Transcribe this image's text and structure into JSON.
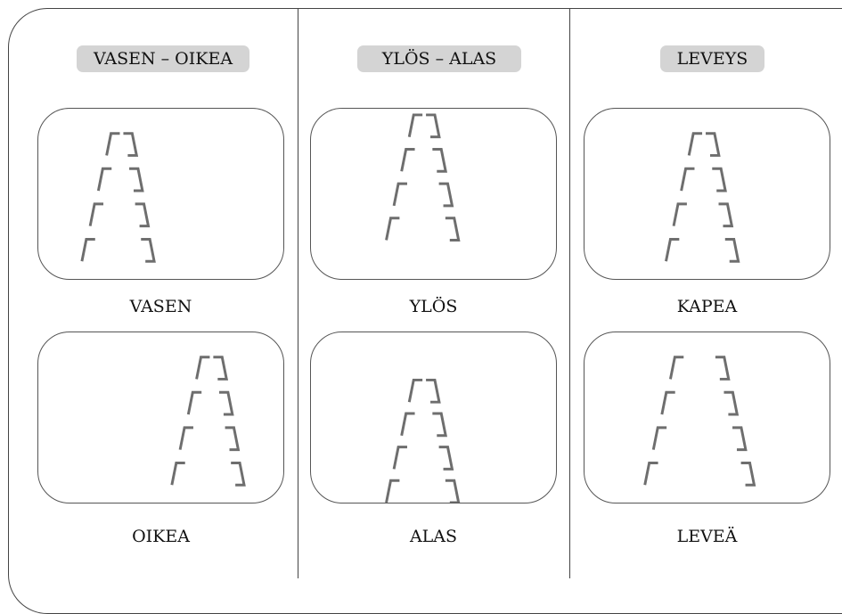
{
  "columns": [
    {
      "header": "VASEN – OIKEA",
      "panels": [
        {
          "label": "VASEN",
          "icon": "road-left-icon"
        },
        {
          "label": "OIKEA",
          "icon": "road-right-icon"
        }
      ]
    },
    {
      "header": "YLÖS – ALAS",
      "panels": [
        {
          "label": "YLÖS",
          "icon": "road-up-icon"
        },
        {
          "label": "ALAS",
          "icon": "road-down-icon"
        }
      ]
    },
    {
      "header": "LEVEYS",
      "panels": [
        {
          "label": "KAPEA",
          "icon": "road-narrow-icon"
        },
        {
          "label": "LEVEÄ",
          "icon": "road-wide-icon"
        }
      ]
    }
  ],
  "colors": {
    "border": "#444444",
    "header_pill": "#d4d4d4",
    "road_marks": "#6e6e6e"
  }
}
